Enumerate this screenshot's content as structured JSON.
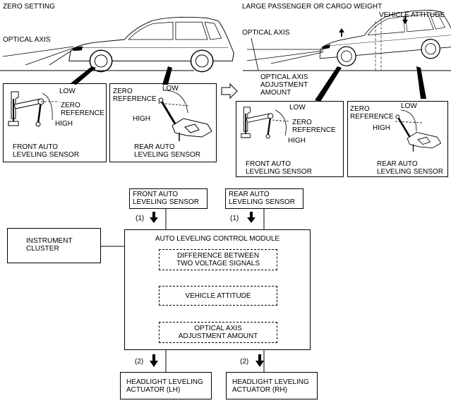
{
  "left_panel": {
    "title": "ZERO SETTING",
    "optical_axis": "OPTICAL AXIS",
    "front_sensor": {
      "low": "LOW",
      "zero_reference": "ZERO\nREFERENCE",
      "high": "HIGH",
      "caption": "FRONT AUTO\nLEVELING SENSOR"
    },
    "rear_sensor": {
      "low": "LOW",
      "zero_reference": "ZERO\nREFERENCE",
      "high": "HIGH",
      "caption": "REAR AUTO\nLEVELING SENSOR"
    }
  },
  "right_panel": {
    "title": "LARGE PASSENGER OR CARGO WEIGHT",
    "vehicle_attitude": "VEHICLE ATTITUDE",
    "optical_axis": "OPTICAL AXIS",
    "adjustment": "OPTICAL AXIS\nADJUSTMENT\nAMOUNT",
    "front_sensor": {
      "low": "LOW",
      "zero_reference": "ZERO\nREFERENCE",
      "high": "HIGH",
      "caption": "FRONT AUTO\nLEVELING SENSOR"
    },
    "rear_sensor": {
      "low": "LOW",
      "zero_reference": "ZERO\nREFERENCE",
      "high": "HIGH",
      "caption": "REAR AUTO\nLEVELING SENSOR"
    }
  },
  "flow": {
    "front_sensor": "FRONT AUTO\nLEVELING SENSOR",
    "rear_sensor": "REAR AUTO\nLEVELING SENSOR",
    "signal_1_left": "(1)",
    "signal_1_right": "(1)",
    "instrument_cluster": "INSTRUMENT\nCLUSTER",
    "module_title": "AUTO LEVELING CONTROL MODULE",
    "step_difference": "DIFFERENCE BETWEEN\nTWO VOLTAGE SIGNALS",
    "step_attitude": "VEHICLE ATTITUDE",
    "step_adjustment": "OPTICAL AXIS\nADJUSTMENT AMOUNT",
    "signal_2_left": "(2)",
    "signal_2_right": "(2)",
    "actuator_lh": "HEADLIGHT LEVELING\nACTUATOR (LH)",
    "actuator_rh": "HEADLIGHT LEVELING\nACTUATOR (RH)"
  }
}
